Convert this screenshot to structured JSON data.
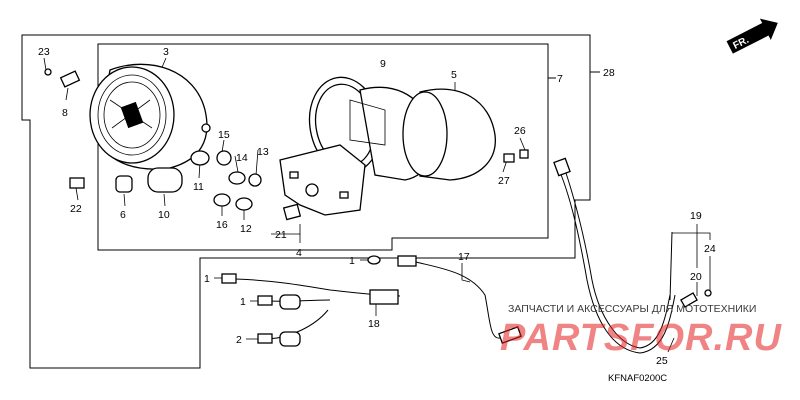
{
  "diagram": {
    "code": "KFNAF0200C",
    "direction_label": "FR.",
    "labels": {
      "l23": "23",
      "l8": "8",
      "l3": "3",
      "l9": "9",
      "l5": "5",
      "l7": "7",
      "l28": "28",
      "l26": "26",
      "l27": "27",
      "l15": "15",
      "l14": "14",
      "l13": "13",
      "l11": "11",
      "l22": "22",
      "l6": "6",
      "l10": "10",
      "l16": "16",
      "l12": "12",
      "l21": "21",
      "l4": "4",
      "l1a": "1",
      "l17": "17",
      "l1b": "1",
      "l1c": "1",
      "l2": "2",
      "l18": "18",
      "l19": "19",
      "l24": "24",
      "l20": "20",
      "l25": "25"
    }
  },
  "watermark": {
    "caption": "ЗАПЧАСТИ И АКСЕССУАРЫ ДЛЯ МОТОТЕХНИКИ",
    "brand": "PARTSFOR.RU"
  }
}
